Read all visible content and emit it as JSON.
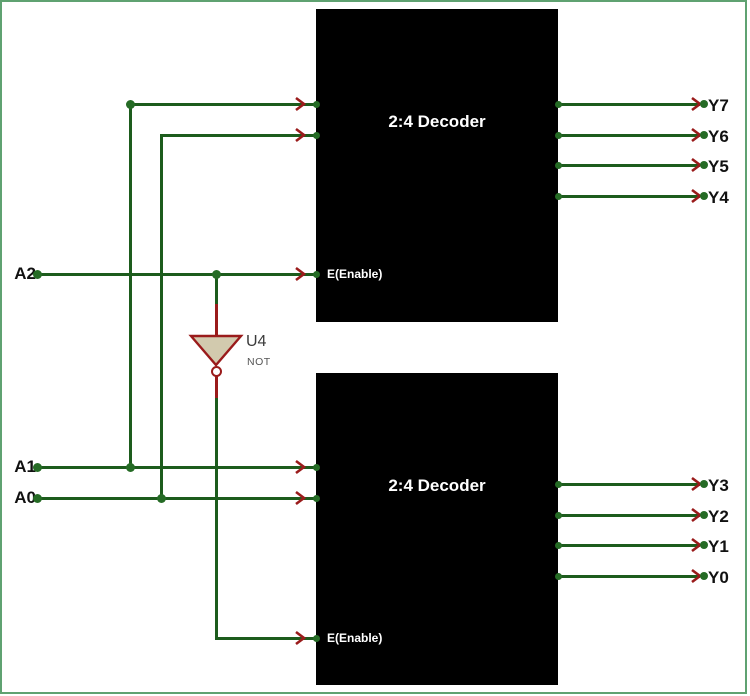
{
  "diagram": {
    "type": "logic-schematic",
    "description": "3:8 decoder built from two 2:4 decoders and a NOT gate",
    "inputs": {
      "a2": "A2",
      "a1": "A1",
      "a0": "A0"
    },
    "decoder_top": {
      "label": "2:4 Decoder",
      "enable": "E(Enable)",
      "outputs": [
        "Y7",
        "Y6",
        "Y5",
        "Y4"
      ]
    },
    "decoder_bottom": {
      "label": "2:4 Decoder",
      "enable": "E(Enable)",
      "outputs": [
        "Y3",
        "Y2",
        "Y1",
        "Y0"
      ]
    },
    "not_gate": {
      "ref": "U4",
      "type": "NOT"
    },
    "colors": {
      "wire": "#1d5c1d",
      "junction": "#256b25",
      "arrow_red": "#9a1b1b",
      "gate_fill": "#d2caae",
      "box": "#000000",
      "frame": "#5fa271",
      "background": "#ffffff"
    }
  }
}
